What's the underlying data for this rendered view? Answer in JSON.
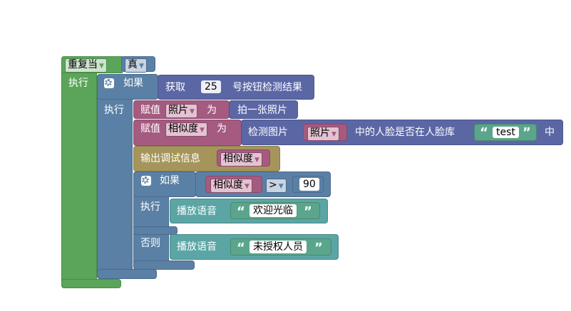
{
  "blocks": {
    "repeat_while": {
      "label": "重复当",
      "arrow": "▼",
      "do_label": "执行"
    },
    "true_value": {
      "label": "真",
      "arrow": "▼"
    },
    "outer_if": {
      "if_label": "如果",
      "do_label": "执行"
    },
    "get_button": {
      "prefix": "获取",
      "pin": "25",
      "suffix": "号按钮检测结果"
    },
    "assign_photo": {
      "label": "赋值",
      "var": "照片",
      "arrow": "▼",
      "as": "为"
    },
    "take_photo": {
      "label": "拍一张照片"
    },
    "assign_similarity": {
      "label": "赋值",
      "var": "相似度",
      "arrow": "▼",
      "as": "为"
    },
    "detect_face": {
      "prefix": "检测图片",
      "var": "照片",
      "arrow": "▼",
      "middle": "中的人脸是否在人脸库",
      "lib_value": "test",
      "suffix": "中"
    },
    "debug_output": {
      "label": "输出调试信息",
      "var": "相似度",
      "arrow": "▼"
    },
    "inner_if": {
      "if_label": "如果",
      "do_label": "执行",
      "else_label": "否则"
    },
    "compare": {
      "var": "相似度",
      "arrow": "▼",
      "op": ">",
      "op_arrow": "▼",
      "value": "90"
    },
    "play_welcome": {
      "label": "播放语音",
      "text": "欢迎光临"
    },
    "play_unauth": {
      "label": "播放语音",
      "text": "未授权人员"
    },
    "quote_open": "“",
    "quote_close": "”"
  }
}
